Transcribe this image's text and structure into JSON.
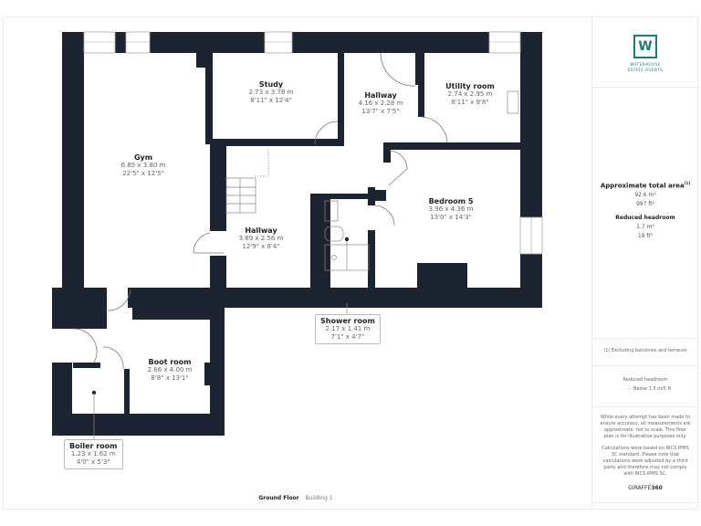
{
  "brand": {
    "logo_letter": "W",
    "name_line1": "WATERHOUSE",
    "name_line2": "ESTATE AGENTS",
    "accent_color": "#1f7a78"
  },
  "area": {
    "title": "Approximate total area",
    "footnote_marker": "(1)",
    "metric": "92.6 m²",
    "imperial": "997 ft²",
    "reduced_title": "Reduced headroom",
    "reduced_metric": "1.7 m²",
    "reduced_imperial": "19 ft²"
  },
  "notes": {
    "excluding": "(1) Excluding balconies and terraces",
    "legend_title": "Reduced headroom",
    "legend_item": "Below 1.5 m/5 ft",
    "disclaimer": "While every attempt has been made to ensure accuracy, all measurements are approximate, not to scale. This floor plan is for illustrative purposes only.",
    "calculation": "Calculations were based on RICS IPMS 3C standard. Please note that calculations were adjusted by a third party and therefore may not comply with RICS IPMS 3C.",
    "provider_a": "GIRAFFE",
    "provider_b": "360"
  },
  "rooms": [
    {
      "name": "Gym",
      "metric": "6.85 x 3.80 m",
      "imperial": "22'5\" x 12'5\""
    },
    {
      "name": "Study",
      "metric": "2.73 x 3.78 m",
      "imperial": "8'11\" x 12'4\""
    },
    {
      "name": "Hallway",
      "metric": "4.16 x 2.28 m",
      "imperial": "13'7\" x 7'5\""
    },
    {
      "name": "Utility room",
      "metric": "2.74 x 2.95 m",
      "imperial": "8'11\" x 9'8\""
    },
    {
      "name": "Hallway",
      "metric": "3.89 x 2.56 m",
      "imperial": "12'9\" x 8'4\""
    },
    {
      "name": "Bedroom 5",
      "metric": "3.96 x 4.36 m",
      "imperial": "13'0\" x 14'3\""
    },
    {
      "name": "Shower room",
      "metric": "2.17 x 1.41 m",
      "imperial": "7'1\" x 4'7\""
    },
    {
      "name": "Boot room",
      "metric": "2.66 x 4.00 m",
      "imperial": "8'8\" x 13'1\""
    },
    {
      "name": "Boiler room",
      "metric": "1.23 x 1.62 m",
      "imperial": "4'0\" x 5'3\""
    }
  ],
  "footer": {
    "floor": "Ground Floor",
    "building": "Building 1"
  },
  "colors": {
    "wall": "#1c2331",
    "window": "#ffffff"
  }
}
